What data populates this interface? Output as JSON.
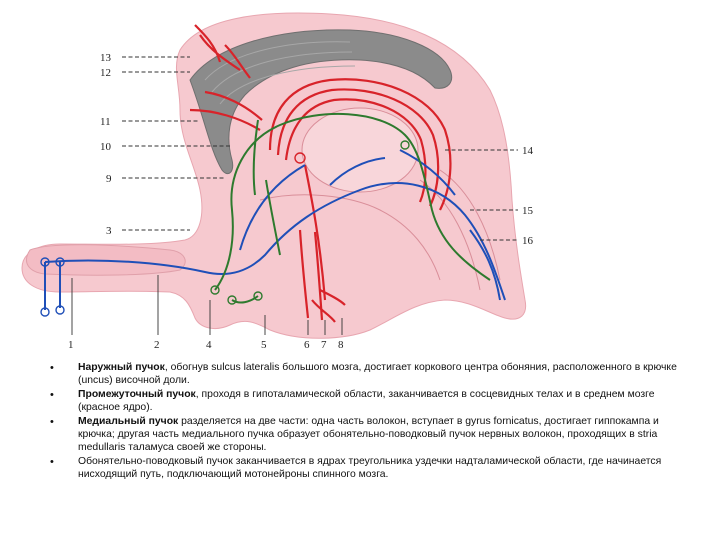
{
  "figure": {
    "callouts_left": [
      "13",
      "12",
      "11",
      "10",
      "9",
      "3"
    ],
    "callouts_right": [
      "14",
      "15",
      "16"
    ],
    "callouts_bottom": [
      "1",
      "2",
      "4",
      "5",
      "6",
      "7",
      "8"
    ],
    "colors": {
      "tissue": "#f6c9cf",
      "tissue_edge": "#e8a6b0",
      "corpus_callosum": "#8b8b8b",
      "lateral_tract": "#d8232a",
      "intermediate_tract": "#1f4fb8",
      "medial_tract": "#2e7a2e"
    }
  },
  "notes": [
    {
      "bold": "Наружный пучок",
      "text": ", обогнув sulcus lateralis большого мозга, достигает коркового центра обоняния, расположенного в крючке (uncus) височной доли."
    },
    {
      "bold": "Промежуточный пучок",
      "text": ", проходя в гипоталамической области, заканчивается в сосцевидных телах и в среднем мозге (красное ядро)."
    },
    {
      "bold": "Медиальный пучок",
      "text": " разделяется на две части: одна часть волокон, вступает в gyrus fornicatus, достигает гиппокампа и крючка; другая часть медиального пучка образует обонятельно-поводковый пучок нервных волокон, проходящих в stria medullaris таламуса своей же стороны."
    },
    {
      "bold": "",
      "text": "Обонятельно-поводковый пучок заканчивается в ядрах треугольника уздечки надталамической области, где начинается нисходящий путь, подключающий мотонейроны спинного мозга."
    }
  ]
}
